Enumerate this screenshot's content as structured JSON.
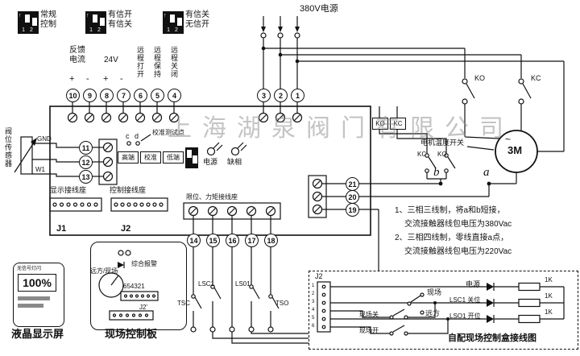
{
  "watermark": "上海湖泉阀门有限公司",
  "icons": {
    "dip_on_arrow": "↑"
  },
  "dips": [
    {
      "line1": "常规",
      "line2": "控制",
      "pins": "1 2"
    },
    {
      "line1": "有信开",
      "line2": "有信关",
      "pins": "1 2"
    },
    {
      "line1": "有信关",
      "line2": "无信开",
      "pins": "1 2"
    }
  ],
  "power_supply": {
    "label": "380V电源"
  },
  "io_labels": {
    "feedback_line1": "反馈",
    "feedback_line2": "电流",
    "plus": "+",
    "minus": "-",
    "v24": "24V",
    "remote_open": "远程打开",
    "remote_hold": "远程保持",
    "remote_close": "远程关闭"
  },
  "terminals": {
    "top": [
      "10",
      "9",
      "8",
      "7",
      "6",
      "5",
      "4"
    ],
    "power": [
      "3",
      "2",
      "1"
    ],
    "left": [
      "11",
      "12",
      "13"
    ],
    "right": [
      "21",
      "20",
      "19"
    ],
    "bottom": [
      "14",
      "15",
      "16",
      "17",
      "18"
    ]
  },
  "board": {
    "sensor": "阀位传感器",
    "gnd": "GND",
    "w1": "W1",
    "tp_c": "c",
    "tp_d": "d",
    "cal_test": "校准测试点",
    "high": "高端",
    "cal": "校准",
    "low": "低端",
    "led_power": "电源",
    "led_phase": "缺相",
    "display_block": "显示接线座",
    "control_block": "控制接线座",
    "limit_block": "限位、力矩接线座",
    "j1": "J1",
    "j2": "J2",
    "relay_ko": "KO",
    "relay_kc": "KC"
  },
  "motor_circuit": {
    "contact_ko": "KO",
    "contact_kc": "KC",
    "interlock_kc": "KC",
    "interlock_ko": "KO",
    "temp_switch": "电机温度开关",
    "point_b": "b",
    "point_a": "a",
    "motor": "3M",
    "phase": "~"
  },
  "notes": [
    "1、三相三线制，将a和b短接，",
    "交流接触器线包电压为380Vac",
    "2、三相四线制，零线直接a点，",
    "交流接触器线包电压为220Vac"
  ],
  "limit_switches": {
    "lsc1": "LSC1",
    "lso1": "LS01",
    "tsc": "TSC",
    "tso": "TSO"
  },
  "lcd": {
    "no_signal": "无信号灯闪",
    "value": "100%",
    "caption": "液晶显示屏"
  },
  "panel": {
    "alarm": "综合报警",
    "selector": "远方/现场",
    "pins": "654321",
    "j2p": "J2'",
    "caption": "现场控制板"
  },
  "control_box": {
    "j2": "J2",
    "pins": [
      "1",
      "2",
      "3",
      "4",
      "5",
      "6"
    ],
    "field": "现场",
    "remote": "远方",
    "field_close": "现场关",
    "field_open": "现场开",
    "row_power": "电源",
    "row_close": "LSC1 关位",
    "row_open": "LSO1 开位",
    "r": [
      "1K",
      "1K",
      "1K"
    ],
    "caption": "自配现场控制盒接线图"
  }
}
